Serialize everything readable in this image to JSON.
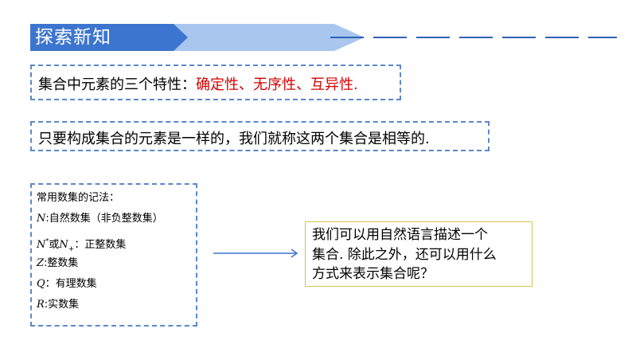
{
  "banner": {
    "title": "探索新知",
    "colors": {
      "dark": "#3c75cf",
      "light": "#a9c6ef",
      "dash": "#2d63b5"
    }
  },
  "properties": {
    "lead": "集合中元素的三个特性：",
    "traits": "确定性、无序性、互异性",
    "end": ".",
    "accent": "#d40000"
  },
  "equality": {
    "text": "只要构成集合的元素是一样的，我们就称这两个集合是相等的."
  },
  "notation": {
    "heading": "常用数集的记法：",
    "items": {
      "n": {
        "symbol": "N",
        "text": ":自然数集（非负整数集）"
      },
      "nplus": {
        "symbol_a": "N",
        "sup": "*",
        "or": "或",
        "symbol_b": "N",
        "sub": "+",
        "text": "：正整数集"
      },
      "z": {
        "symbol": "Z",
        "text": ":整数集"
      },
      "q": {
        "symbol": "Q",
        "text": "：有理数集"
      },
      "r": {
        "symbol": "R",
        "text": ":实数集"
      }
    }
  },
  "question": {
    "lines": [
      "我们可以用自然语言描述一个",
      "集合. 除此之外，还可以用什么",
      "方式来表示集合呢？"
    ]
  }
}
